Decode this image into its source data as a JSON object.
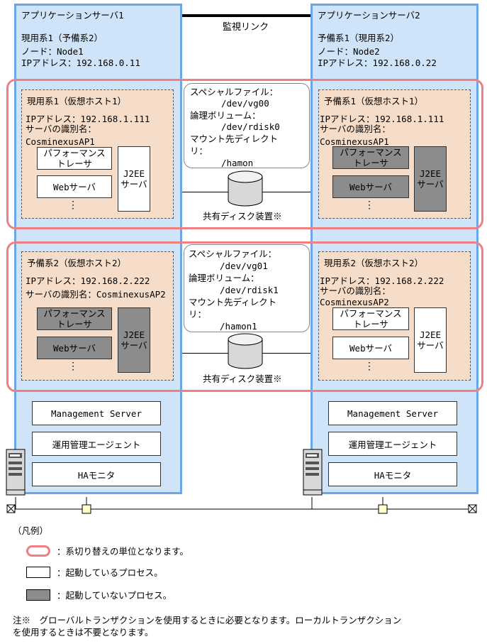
{
  "monitor_link": "監視リンク",
  "server1": {
    "title": "アプリケーションサーバ1",
    "role": "現用系1（予備系2）",
    "node": "ノード：Node1",
    "ip": "IPアドレス：192.168.0.11"
  },
  "server2": {
    "title": "アプリケーションサーバ2",
    "role": "予備系1（現用系2）",
    "node": "ノード：Node2",
    "ip": "IPアドレス：192.168.0.22"
  },
  "pair1": {
    "left": {
      "title": "現用系1（仮想ホスト1）",
      "ip": "IPアドレス：192.168.1.111",
      "alias_label": "サーバの識別名：",
      "alias": "CosminexusAP1"
    },
    "right": {
      "title": "予備系1（仮想ホスト1）",
      "ip": "IPアドレス：192.168.1.111",
      "alias_label": "サーバの識別名：",
      "alias": "CosminexusAP1"
    },
    "callout": [
      "スペシャルファイル：",
      "/dev/vg00",
      "論理ボリューム：",
      "/dev/rdisk0",
      "マウント先ディレクト",
      "リ：",
      "/hamon"
    ],
    "disk_label": "共有ディスク装置※"
  },
  "pair2": {
    "left": {
      "title": "予備系2（仮想ホスト2）",
      "ip": "IPアドレス：192.168.2.222",
      "alias_line": "サーバの識別名：CosminexusAP2"
    },
    "right": {
      "title": "現用系2（仮想ホスト2）",
      "ip": "IPアドレス：192.168.2.222",
      "alias_label": "サーバの識別名：",
      "alias": "CosminexusAP2"
    },
    "callout": [
      "スペシャルファイル：",
      "/dev/vg01",
      "論理ボリューム：",
      "/dev/rdisk1",
      "マウント先ディレクト",
      "リ：",
      "/hamon1"
    ],
    "disk_label": "共有ディスク装置※"
  },
  "processes": {
    "perf_tracer_1": "パフォーマンス",
    "perf_tracer_2": "トレーサ",
    "web_server": "Webサーバ",
    "j2ee_1": "J2EE",
    "j2ee_2": "サーバ",
    "dots": "⋮"
  },
  "mgmt": {
    "management_server": "Management Server",
    "agent": "運用管理エージェント",
    "ha_monitor": "HAモニタ"
  },
  "legend": {
    "title": "（凡例）",
    "pair_unit": "：系切り替えの単位となります。",
    "running": "：起動しているプロセス。",
    "stopped": "：起動していないプロセス。"
  },
  "note": {
    "line1": "注※　グローバルトランザクションを使用するときに必要となります。ローカルトランザクション",
    "line2": "を使用するときは不要となります。"
  },
  "colors": {
    "server_fill": "#cfe4f9",
    "server_border": "#6aa6e8",
    "pair_border": "#ef7f80",
    "host_fill": "#f6ddc9",
    "stopped_fill": "#8c8c8c"
  }
}
